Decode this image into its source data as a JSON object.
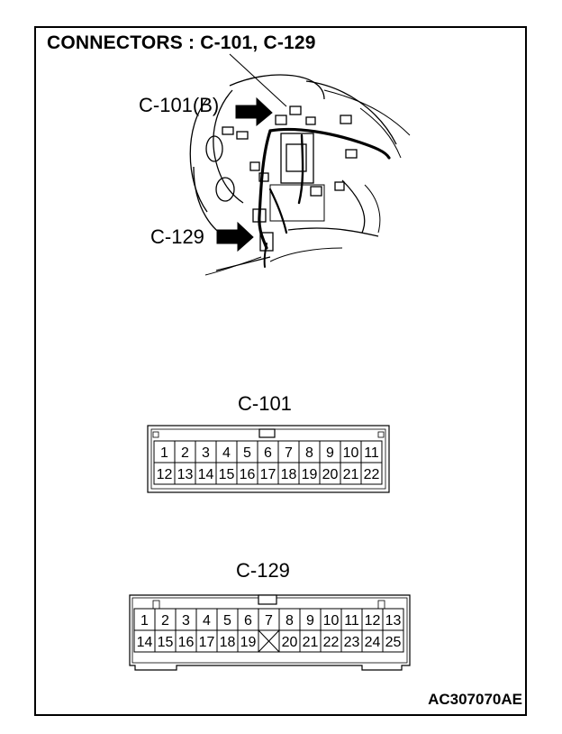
{
  "title": "CONNECTORS : C-101, C-129",
  "figure_code": "AC307070AE",
  "callouts": {
    "c101b": "C-101(B)",
    "c129": "C-129"
  },
  "connector_c101": {
    "name": "C-101",
    "row1": [
      "1",
      "2",
      "3",
      "4",
      "5",
      "6",
      "7",
      "8",
      "9",
      "10",
      "11"
    ],
    "row2": [
      "12",
      "13",
      "14",
      "15",
      "16",
      "17",
      "18",
      "19",
      "20",
      "21",
      "22"
    ]
  },
  "connector_c129": {
    "name": "C-129",
    "row1": [
      "1",
      "2",
      "3",
      "4",
      "5",
      "6",
      "7",
      "8",
      "9",
      "10",
      "11",
      "12",
      "13"
    ],
    "row2": [
      "14",
      "15",
      "16",
      "17",
      "18",
      "19",
      "",
      "20",
      "21",
      "22",
      "23",
      "24",
      "25"
    ]
  }
}
